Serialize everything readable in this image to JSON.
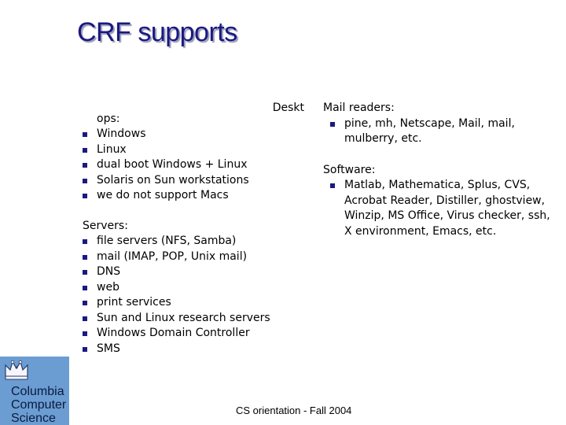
{
  "slide": {
    "title": "CRF supports",
    "left_column": {
      "desktops_heading_part1": "Deskt",
      "desktops_heading_part2": "ops:",
      "desktop_items": [
        "Windows",
        "Linux",
        "dual boot  Windows + Linux",
        "Solaris on Sun workstations",
        "we do not support Macs"
      ],
      "servers_heading": "Servers:",
      "server_items": [
        "file servers (NFS, Samba)",
        "mail (IMAP, POP, Unix mail)",
        "DNS",
        "web",
        "print services",
        "Sun and Linux research servers",
        "Windows Domain Controller",
        "SMS"
      ]
    },
    "right_column": {
      "mail_heading": "Mail readers:",
      "mail_items": [
        "pine, mh, Netscape, Mail, mail, mulberry, etc."
      ],
      "software_heading": "Software:",
      "software_items": [
        "Matlab, Mathematica, Splus, CVS, Acrobat Reader, Distiller, ghostview, Winzip, MS Office, Virus checker, ssh, X environment, Emacs, etc."
      ]
    },
    "footer": "CS orientation - Fall 2004",
    "logo": {
      "lines": [
        "Columbia",
        "Computer",
        "Science"
      ],
      "icon": "crown-icon",
      "color": "#6b9dd2"
    },
    "accent_color": "#1a1a80"
  }
}
